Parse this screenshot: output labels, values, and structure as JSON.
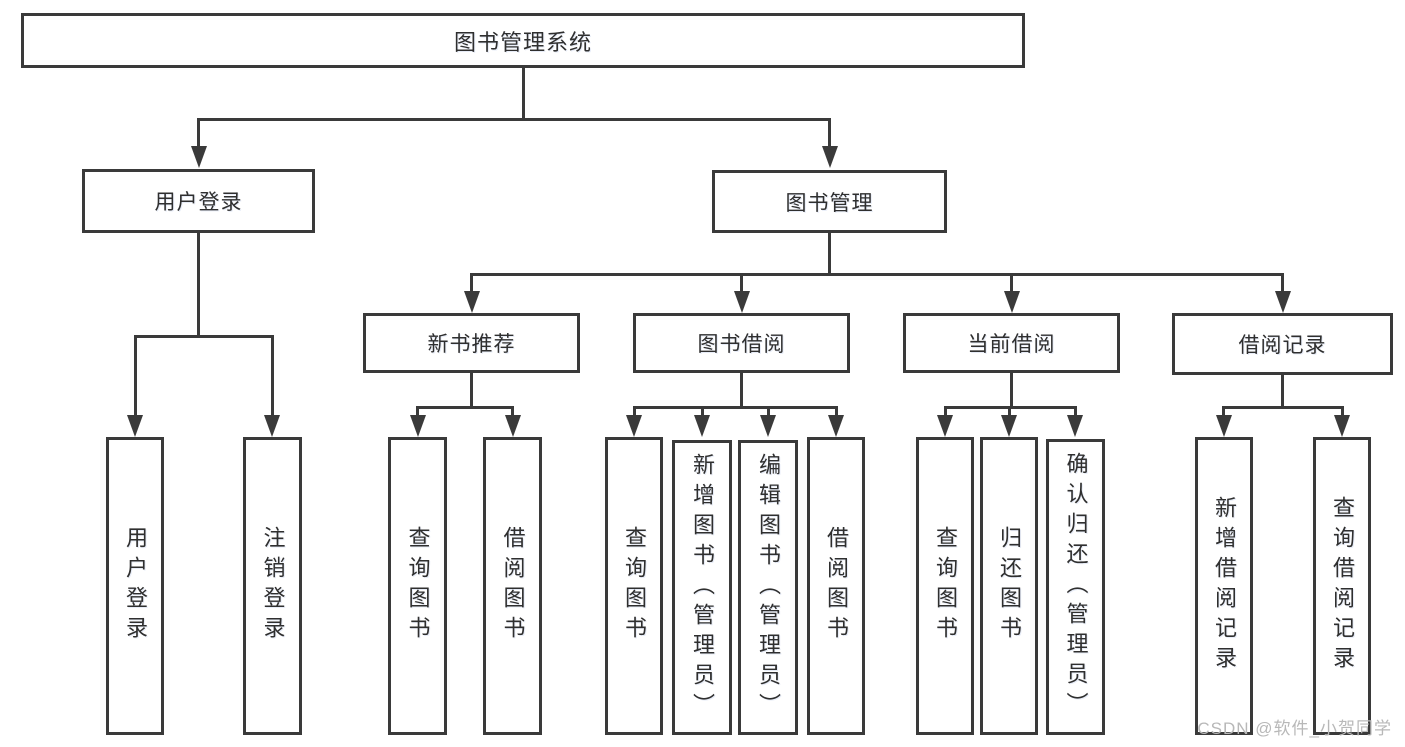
{
  "colors": {
    "line": "#3a3a3a",
    "text": "#2f2f2f",
    "watermark": "#b8b8b8",
    "background": "#ffffff"
  },
  "tree": {
    "label": "图书管理系统",
    "children": [
      {
        "label": "用户登录",
        "children": [
          {
            "label": "用户登录"
          },
          {
            "label": "注销登录"
          }
        ]
      },
      {
        "label": "图书管理",
        "children": [
          {
            "label": "新书推荐",
            "children": [
              {
                "label": "查询图书"
              },
              {
                "label": "借阅图书"
              }
            ]
          },
          {
            "label": "图书借阅",
            "children": [
              {
                "label": "查询图书"
              },
              {
                "label": "新增图书（管理员）"
              },
              {
                "label": "编辑图书（管理员）"
              },
              {
                "label": "借阅图书"
              }
            ]
          },
          {
            "label": "当前借阅",
            "children": [
              {
                "label": "查询图书"
              },
              {
                "label": "归还图书"
              },
              {
                "label": "确认归还（管理员）"
              }
            ]
          },
          {
            "label": "借阅记录",
            "children": [
              {
                "label": "新增借阅记录"
              },
              {
                "label": "查询借阅记录"
              }
            ]
          }
        ]
      }
    ]
  },
  "watermark": {
    "text": "CSDN @软件_小贺同学"
  }
}
